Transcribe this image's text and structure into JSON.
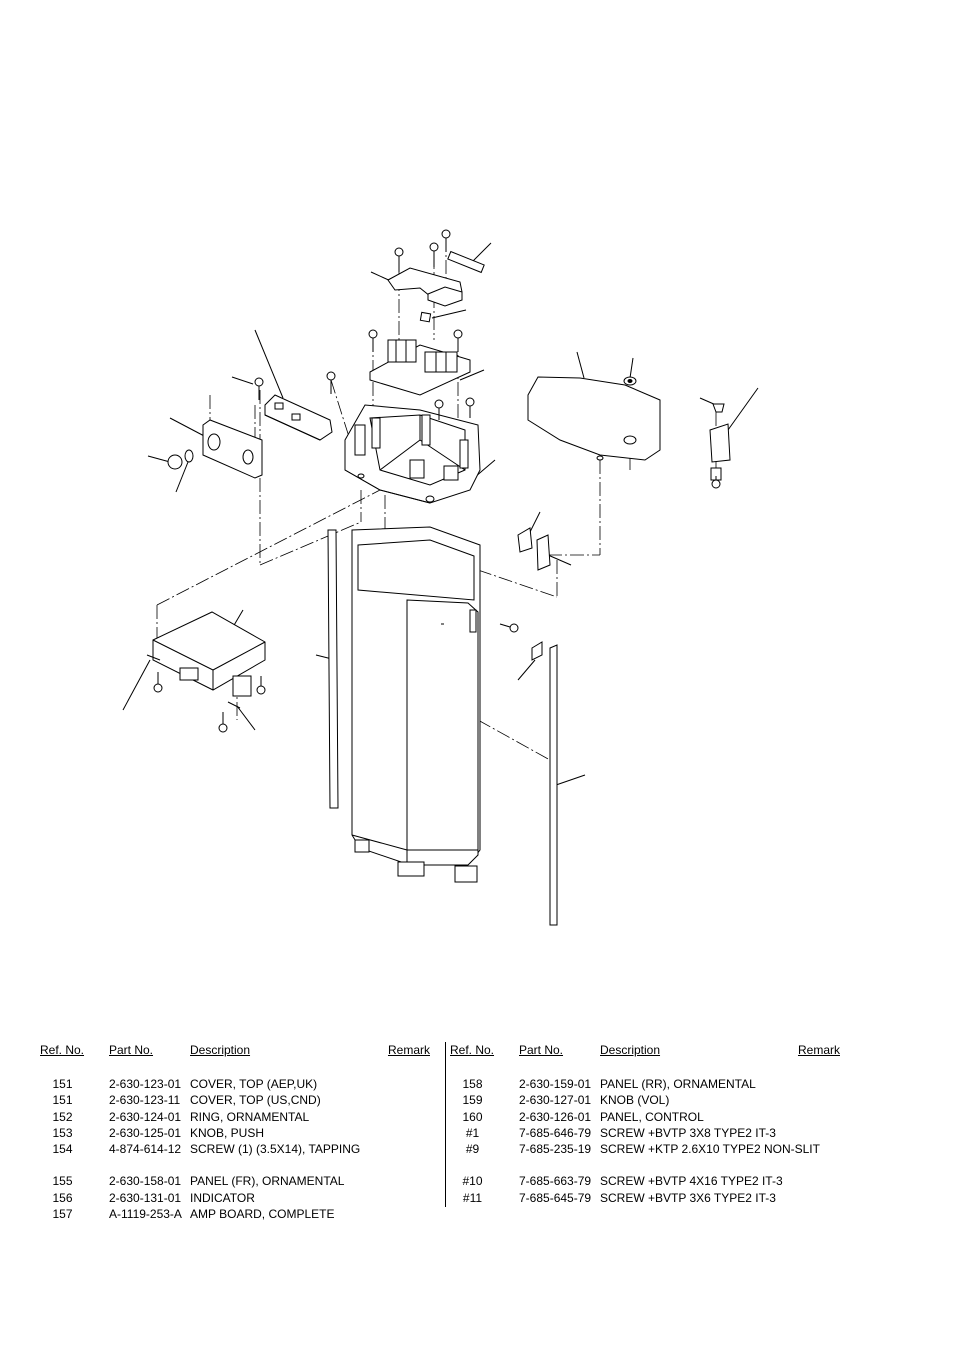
{
  "columns": {
    "ref": "Ref. No.",
    "part": "Part No.",
    "desc": "Description",
    "remark": "Remark"
  },
  "left_rows": [
    {
      "ref": "151",
      "part": "2-630-123-01",
      "desc": "COVER, TOP (AEP,UK)"
    },
    {
      "ref": "151",
      "part": "2-630-123-11",
      "desc": "COVER, TOP (US,CND)"
    },
    {
      "ref": "152",
      "part": "2-630-124-01",
      "desc": "RING, ORNAMENTAL"
    },
    {
      "ref": "153",
      "part": "2-630-125-01",
      "desc": "KNOB, PUSH"
    },
    {
      "ref": "154",
      "part": "4-874-614-12",
      "desc": "SCREW (1) (3.5X14), TAPPING"
    },
    {
      "ref": "155",
      "part": "2-630-158-01",
      "desc": "PANEL (FR), ORNAMENTAL"
    },
    {
      "ref": "156",
      "part": "2-630-131-01",
      "desc": "INDICATOR"
    },
    {
      "ref": "157",
      "part": "A-1119-253-A",
      "desc": "AMP BOARD, COMPLETE"
    }
  ],
  "right_rows": [
    {
      "ref": "158",
      "part": "2-630-159-01",
      "desc": "PANEL (RR), ORNAMENTAL"
    },
    {
      "ref": "159",
      "part": "2-630-127-01",
      "desc": "KNOB (VOL)"
    },
    {
      "ref": "160",
      "part": "2-630-126-01",
      "desc": "PANEL, CONTROL"
    },
    {
      "ref": "#1",
      "part": "7-685-646-79",
      "desc": "SCREW +BVTP 3X8 TYPE2 IT-3"
    },
    {
      "ref": "#9",
      "part": "7-685-235-19",
      "desc": "SCREW +KTP 2.6X10 TYPE2 NON-SLIT"
    },
    {
      "ref": "#10",
      "part": "7-685-663-79",
      "desc": "SCREW +BVTP 4X16 TYPE2 IT-3"
    },
    {
      "ref": "#11",
      "part": "7-685-645-79",
      "desc": "SCREW +BVTP 3X6 TYPE2 IT-3"
    }
  ]
}
